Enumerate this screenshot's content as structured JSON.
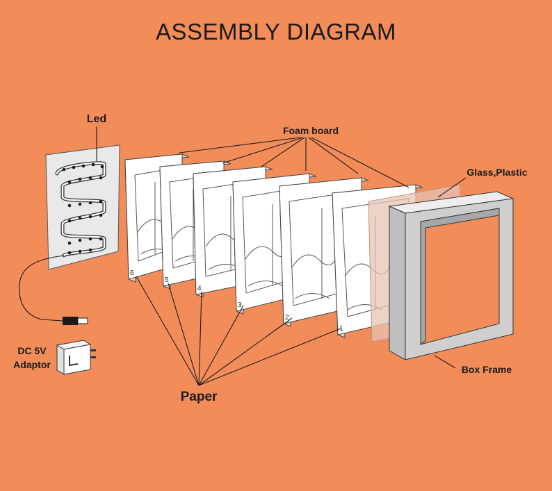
{
  "title": "ASSEMBLY DIAGRAM",
  "labels": {
    "led": "Led",
    "foam_board": "Foam board",
    "glass_plastic": "Glass,Plastic",
    "adaptor_line1": "DC 5V",
    "adaptor_line2": "Adaptor",
    "paper": "Paper",
    "box_frame": "Box Frame"
  },
  "layer_numbers": [
    "6",
    "5",
    "4",
    "3",
    "2",
    "1"
  ],
  "colors": {
    "background": "#f28d5a",
    "text": "#1a1a1a",
    "panel": "#ffffff"
  }
}
